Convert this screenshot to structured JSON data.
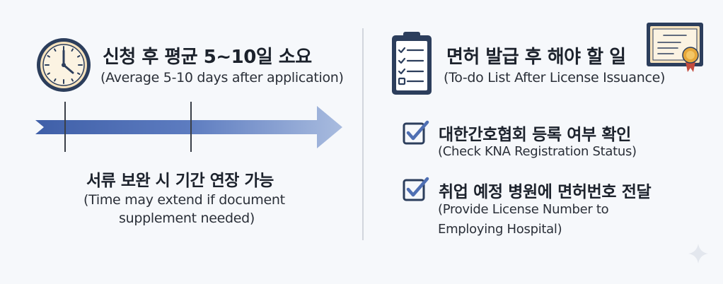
{
  "left": {
    "title": "신청 후 평균 5~10일 소요",
    "subtitle": "(Average 5-10 days after application)",
    "note_title": "서류 보완 시 기간 연장 가능",
    "note_sub_line1": "(Time may extend if document",
    "note_sub_line2": "supplement needed)",
    "icons": {
      "clock": "clock-icon",
      "arrow": "timeline-arrow"
    }
  },
  "right": {
    "title": "면허 발급 후 해야 할 일",
    "subtitle": "(To-do List After License Issuance)",
    "items": [
      {
        "label": "대한간호협회 등록 여부 확인",
        "sub_line1": "(Check KNA Registration Status)",
        "sub_line2": ""
      },
      {
        "label": "취업 예정 병원에 면허번호 전달",
        "sub_line1": "(Provide License Number to",
        "sub_line2": "Employing Hospital)"
      }
    ],
    "icons": {
      "clipboard": "clipboard-icon",
      "certificate": "certificate-icon",
      "check": "checkbox-icon"
    }
  },
  "colors": {
    "accent": "#4f6fb3",
    "navy": "#2c3e5c",
    "clock_face": "#f6e2bd"
  }
}
